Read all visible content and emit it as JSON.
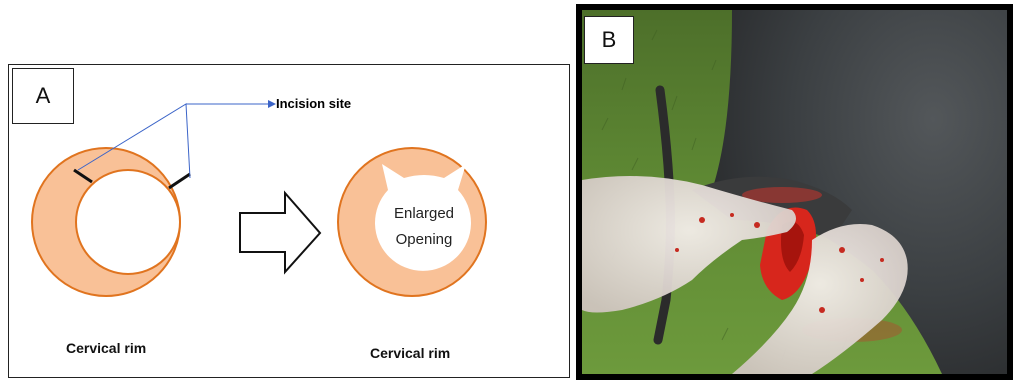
{
  "panel_a": {
    "label": "A",
    "incision_label": "Incision site",
    "left_caption": "Cervical rim",
    "right_caption": "Cervical rim",
    "opening_label_line1": "Enlarged",
    "opening_label_line2": "Opening"
  },
  "panel_b": {
    "label": "B"
  },
  "colors": {
    "rim_fill": "#f9c197",
    "rim_stroke": "#e0741f",
    "pointer_line": "#3b64c8"
  },
  "icons": {
    "arrow": "right-block-arrow-icon"
  }
}
